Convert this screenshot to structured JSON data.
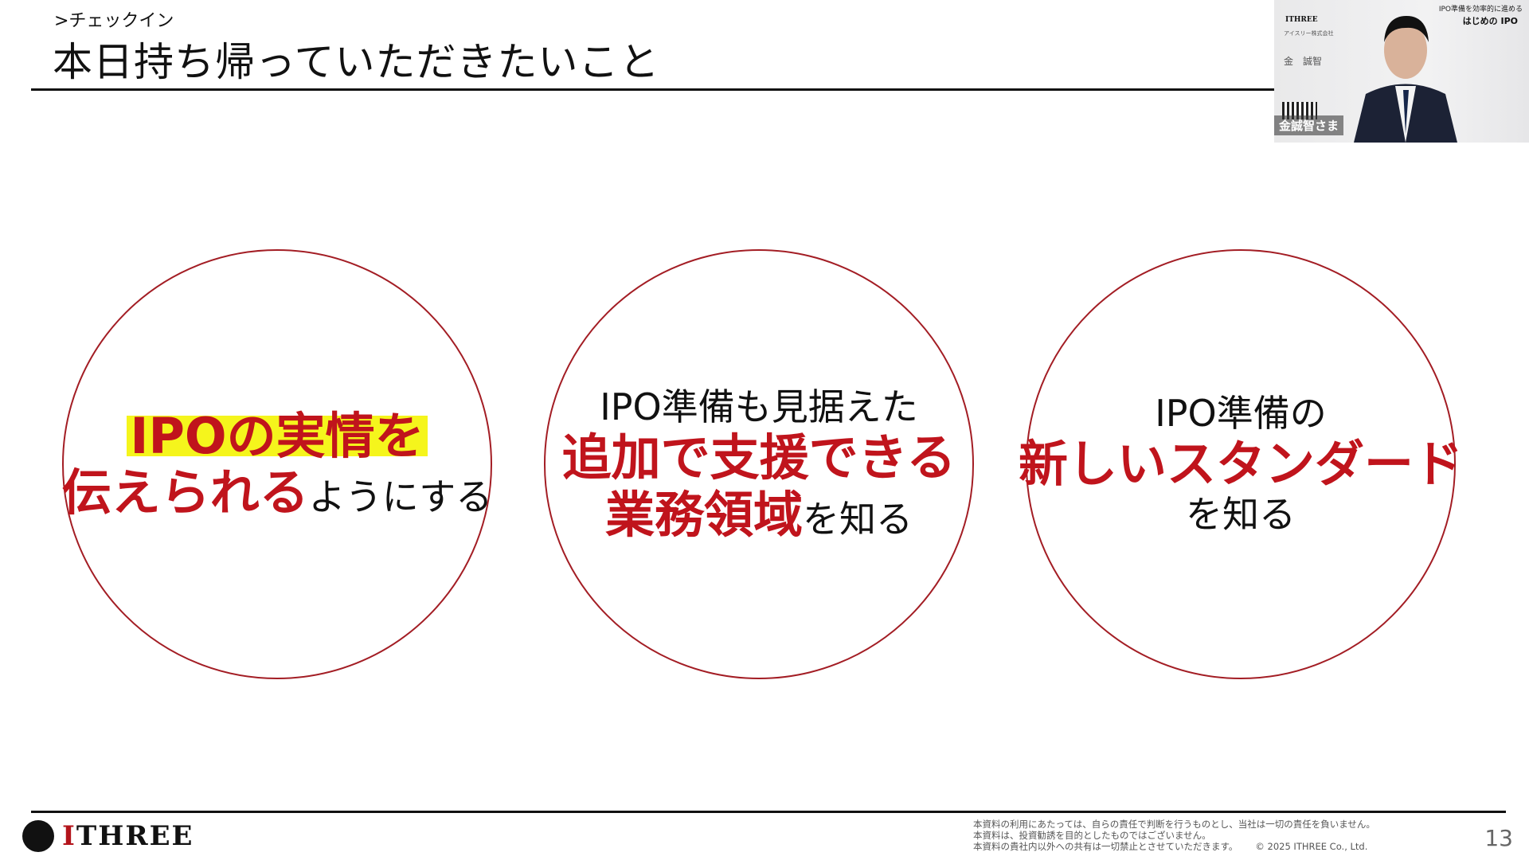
{
  "header": {
    "section": ">チェックイン",
    "title": "本日持ち帰っていただきたいこと"
  },
  "circles": [
    {
      "highlight": "IPOの実情を",
      "red": "伝えられる",
      "normal": "ようにする"
    },
    {
      "top": "IPO準備も見据えた",
      "red1": "追加で支援できる",
      "red2": "業務領域",
      "normal": "を知る"
    },
    {
      "top": "IPO準備の",
      "red": "新しいスタンダード",
      "normal": "を知る"
    }
  ],
  "footer": {
    "logo": "ITHREE",
    "disclaimer": [
      "本資料の利用にあたっては、自らの責任で判断を行うものとし、当社は一切の責任を負いません。",
      "本資料は、投資勧誘を目的としたものではございません。",
      "本資料の貴社内以外への共有は一切禁止とさせていただきます。"
    ],
    "copyright": "© 2025 ITHREE Co., Ltd.",
    "page_number": "13"
  },
  "video": {
    "brand": "ITHREE",
    "company": "アイスリー株式会社",
    "person": "金　誠智",
    "headline": "IPO準備を効率的に進める",
    "product": "はじめの IPO",
    "caption": "金誠智さま"
  },
  "colors": {
    "accent_red": "#c0141c",
    "highlight": "#f5f51c",
    "circle_border": "#a31d24"
  }
}
